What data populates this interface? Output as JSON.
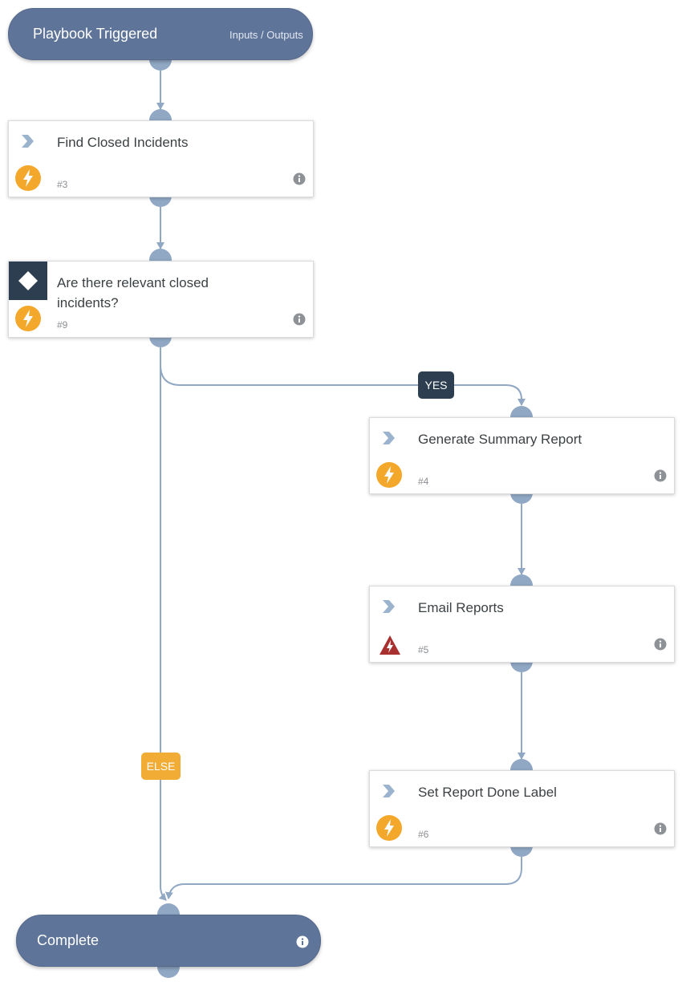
{
  "start": {
    "title": "Playbook Triggered",
    "io_link": "Inputs / Outputs"
  },
  "tasks": [
    {
      "label": "Find Closed Incidents",
      "number": "#3",
      "kind": "regular",
      "status_icon": "lightning-icon"
    },
    {
      "label": "Are there relevant closed incidents?",
      "number": "#9",
      "kind": "condition",
      "status_icon": "lightning-icon"
    },
    {
      "label": "Generate Summary Report",
      "number": "#4",
      "kind": "regular",
      "status_icon": "lightning-icon"
    },
    {
      "label": "Email Reports",
      "number": "#5",
      "kind": "regular",
      "status_icon": "warning-icon"
    },
    {
      "label": "Set Report Done Label",
      "number": "#6",
      "kind": "regular",
      "status_icon": "lightning-icon"
    }
  ],
  "branches": {
    "yes": "YES",
    "else": "ELSE"
  },
  "end": {
    "title": "Complete"
  },
  "colors": {
    "pill": "#5f7499",
    "edge": "#90a8c4",
    "automation": "#f3a82b",
    "warning": "#a8302f",
    "condition": "#2c3e50",
    "else_badge": "#f0ac35"
  }
}
